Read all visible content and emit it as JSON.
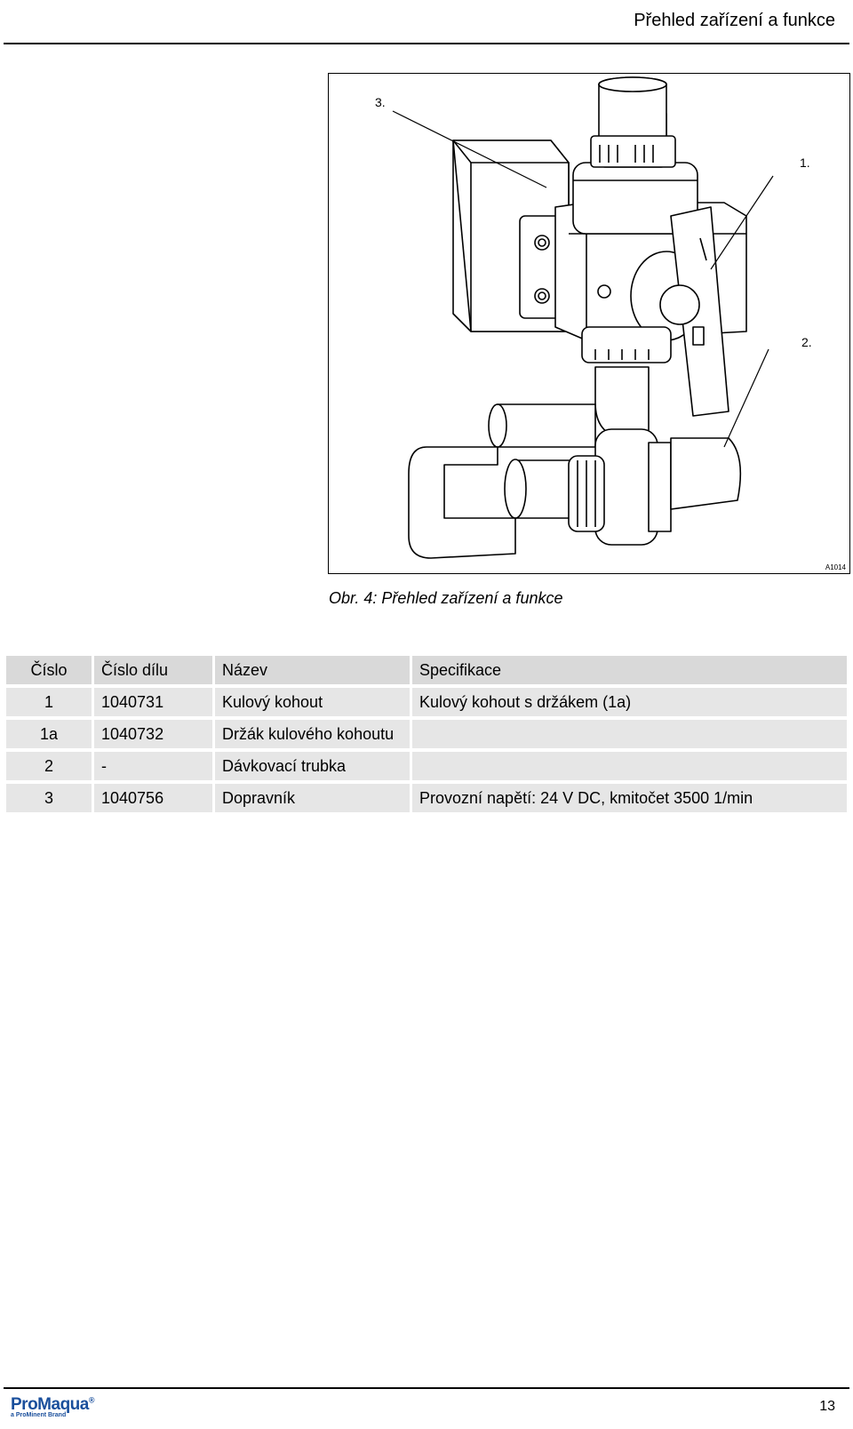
{
  "header": {
    "title": "Přehled zařízení a funkce"
  },
  "figure": {
    "callouts": [
      "3.",
      "1.",
      "2."
    ],
    "code": "A1014",
    "caption": "Obr. 4: Přehled zařízení a funkce"
  },
  "table": {
    "headers": [
      "Číslo",
      "Číslo dílu",
      "Název",
      "Specifikace"
    ],
    "rows": [
      [
        "1",
        "1040731",
        "Kulový kohout",
        "Kulový kohout s držákem (1a)"
      ],
      [
        "1a",
        "1040732",
        "Držák kulového kohoutu",
        ""
      ],
      [
        "2",
        "-",
        "Dávkovací trubka",
        ""
      ],
      [
        "3",
        "1040756",
        "Dopravník",
        "Provozní napětí: 24 V DC, kmitočet 3500 1/min"
      ]
    ]
  },
  "footer": {
    "logo_main": "ProMaqua",
    "logo_reg": "®",
    "logo_sub": "a ProMinent Brand",
    "page_number": "13"
  }
}
